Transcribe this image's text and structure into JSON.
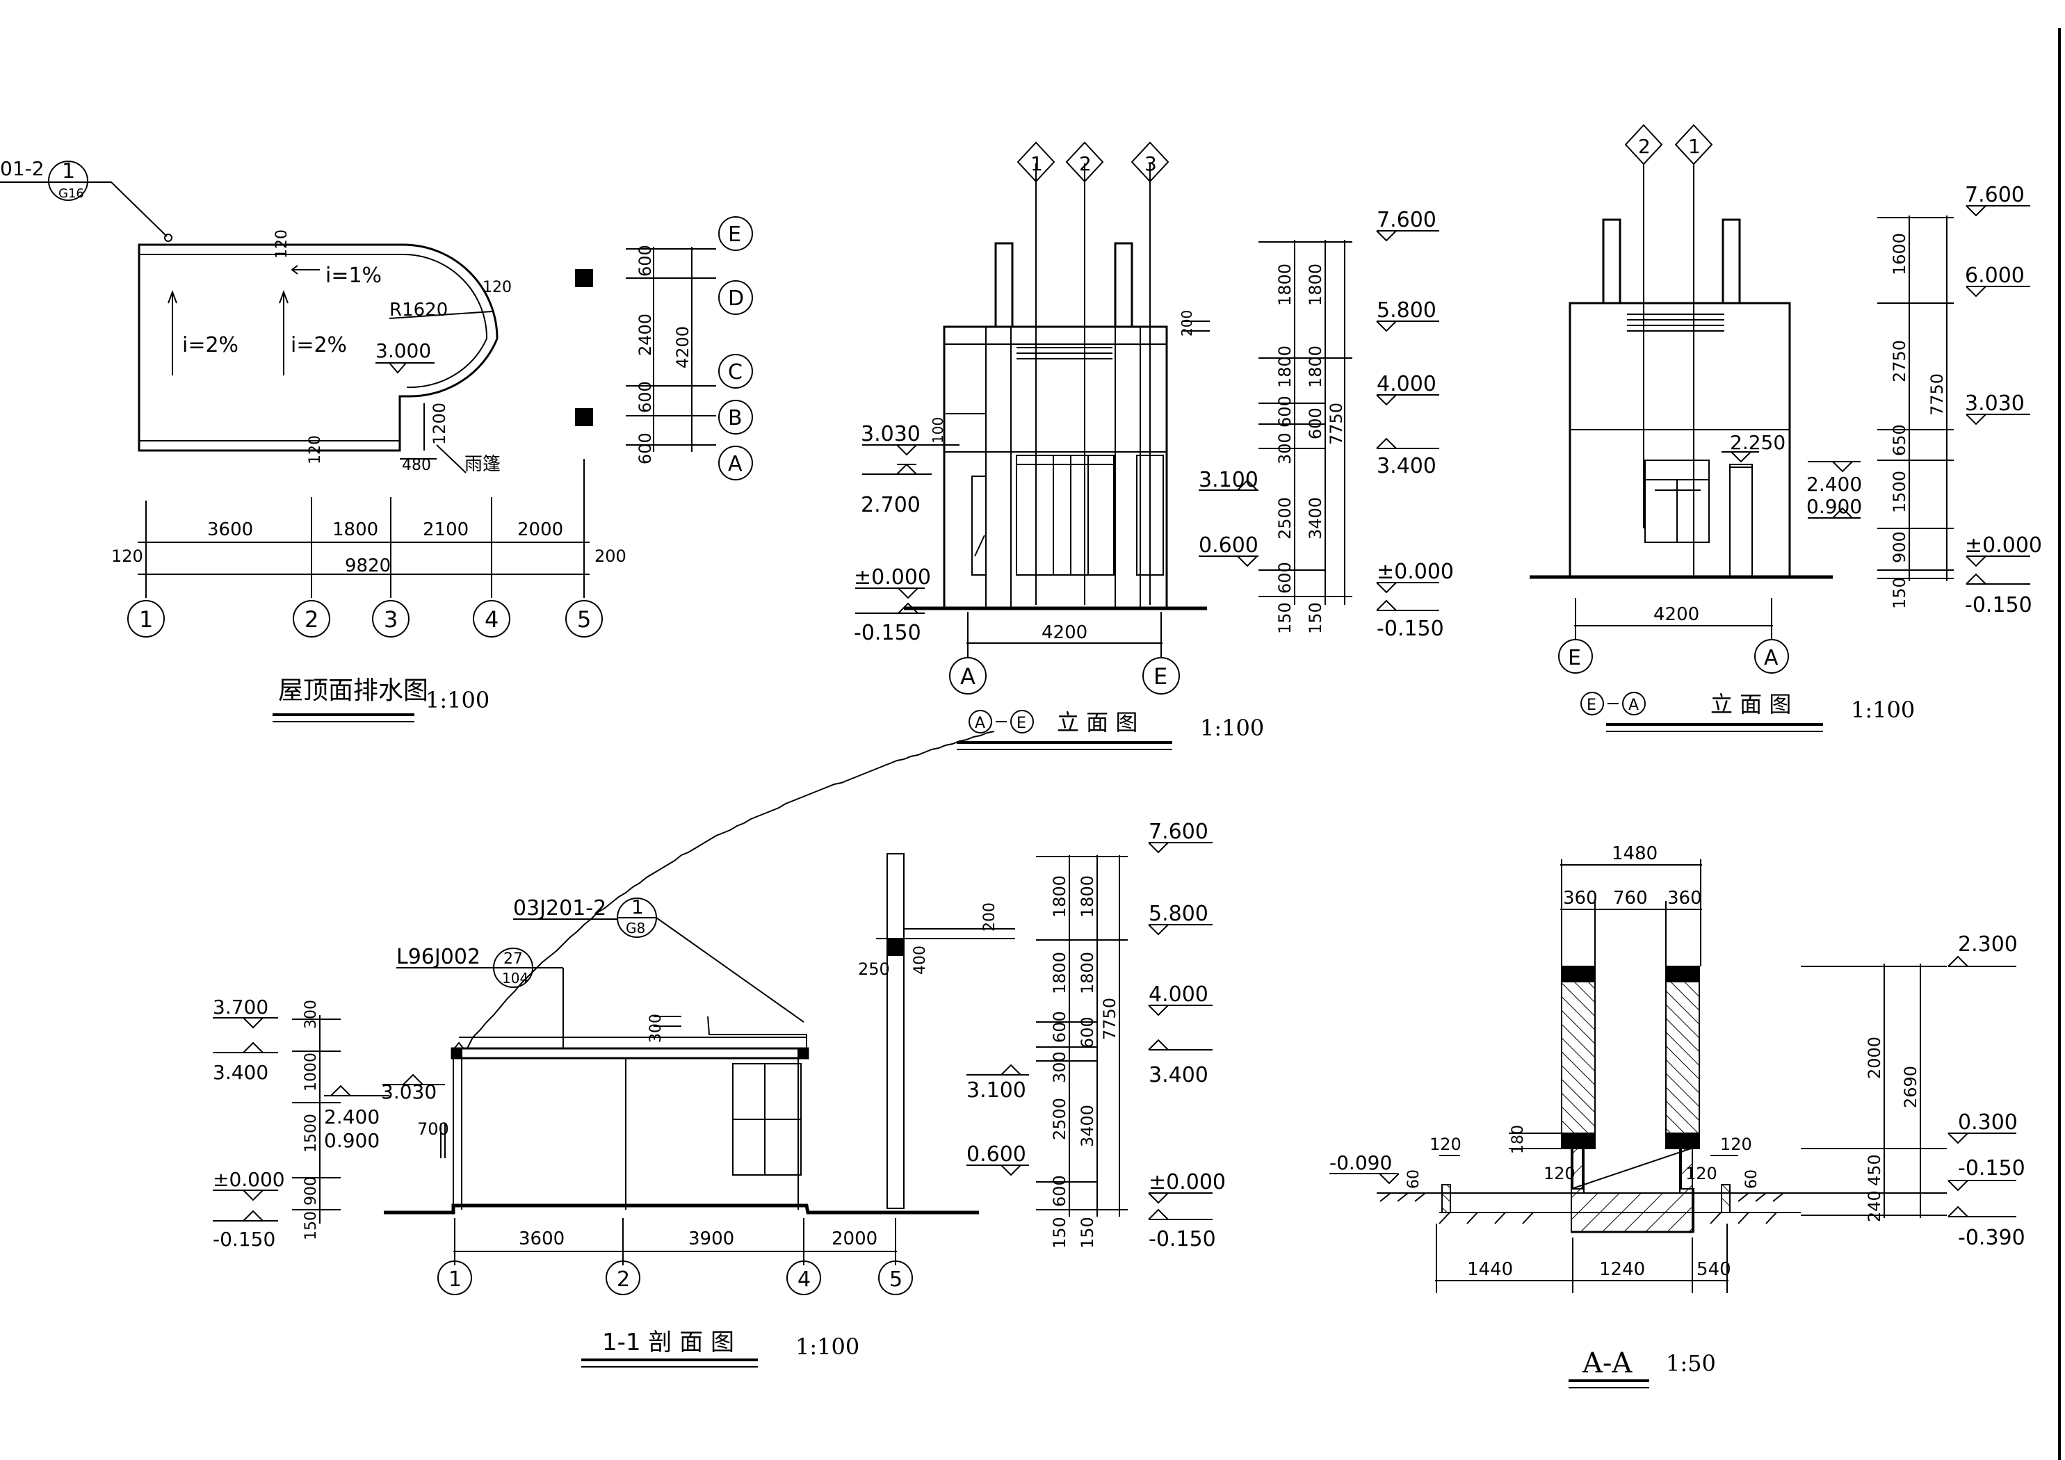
{
  "roof_plan": {
    "title": "屋顶面排水图",
    "scale": "1:100",
    "ref_detail": "01-2",
    "ref_num": "1",
    "ref_sheet": "G16",
    "slope_a": "i=2%",
    "slope_b": "i=2%",
    "slope_c": "i=1%",
    "radius": "R1620",
    "elev": "3.000",
    "canopy": "雨篷",
    "dim_120a": "120",
    "dim_120b": "120",
    "dim_120c": "120",
    "dim_120d": "120",
    "dim_1200": "1200",
    "dim_480": "480",
    "dim_200": "200",
    "dims_bottom": [
      "3600",
      "1800",
      "2100",
      "2000"
    ],
    "dim_total": "9820",
    "dims_right": [
      "600",
      "2400",
      "600",
      "600"
    ],
    "dim_right_total": "4200",
    "axes_x": [
      "1",
      "2",
      "3",
      "4",
      "5"
    ],
    "axes_y": [
      "E",
      "D",
      "C",
      "B",
      "A"
    ]
  },
  "elev_ae": {
    "title_a": "A",
    "title_e": "E",
    "title_text": "立 面 图",
    "scale": "1:100",
    "top_axes": [
      "1",
      "2",
      "3"
    ],
    "width_dim": "4200",
    "axis_left": "A",
    "axis_right": "E",
    "left_elevs": [
      "3.030",
      "2.700",
      "±0.000",
      "-0.150"
    ],
    "dim_100": "100",
    "dim_200": "200",
    "right_elevs": [
      "7.600",
      "5.800",
      "4.000",
      "3.400",
      "±0.000",
      "-0.150"
    ],
    "mid_elevs": [
      "3.100",
      "0.600"
    ],
    "dims_col1": [
      "150",
      "600",
      "2500",
      "300",
      "600",
      "1800",
      "1800"
    ],
    "dims_col2": [
      "150",
      "3400",
      "600",
      "1800",
      "1800"
    ],
    "dim_total": "7750"
  },
  "elev_ea": {
    "title_e": "E",
    "title_a": "A",
    "title_text": "立 面 图",
    "scale": "1:100",
    "top_axes": [
      "2",
      "1"
    ],
    "width_dim": "4200",
    "axis_left": "E",
    "axis_right": "A",
    "door_elev": "2.250",
    "left_elevs": [
      "2.400",
      "0.900"
    ],
    "right_elevs": [
      "7.600",
      "6.000",
      "3.030",
      "±0.000",
      "-0.150"
    ],
    "dims": [
      "150",
      "900",
      "1500",
      "650",
      "2750",
      "1600"
    ],
    "dim_total": "7750"
  },
  "section_11": {
    "title": "1-1 剖 面 图",
    "scale": "1:100",
    "ref1_code": "03J201-2",
    "ref1_num": "1",
    "ref1_sheet": "G8",
    "ref2_code": "L96J002",
    "ref2_num": "27",
    "ref2_sheet": "104",
    "left_elevs": [
      "3.700",
      "3.400",
      "3.030",
      "2.400",
      "0.900",
      "±0.000",
      "-0.150"
    ],
    "left_dims": [
      "300",
      "1000",
      "1500",
      "900",
      "150"
    ],
    "dim_700": "700",
    "dim_300": "300",
    "dim_250": "250",
    "dim_400": "400",
    "dim_200": "200",
    "dims_bottom": [
      "3600",
      "3900",
      "2000"
    ],
    "axes": [
      "1",
      "2",
      "4",
      "5"
    ],
    "right_elevs": [
      "7.600",
      "5.800",
      "4.000",
      "3.400",
      "±0.000",
      "-0.150"
    ],
    "mid_elevs": [
      "3.100",
      "0.600"
    ],
    "dims_col1": [
      "150",
      "600",
      "2500",
      "300",
      "600",
      "1800",
      "1800"
    ],
    "dims_col2": [
      "150",
      "3400",
      "600",
      "1800",
      "1800"
    ],
    "dim_total": "7750"
  },
  "section_aa": {
    "title": "A-A",
    "scale": "1:50",
    "dim_top": "1480",
    "dims_top": [
      "360",
      "760",
      "360"
    ],
    "dim_180": "180",
    "dim_120a": "120",
    "dim_120b": "120",
    "dim_120c": "120",
    "dim_120d": "120",
    "dim_60a": "60",
    "dim_60b": "60",
    "left_elev": "-0.090",
    "dims_bottom": [
      "1440",
      "1240",
      "540"
    ],
    "right_elevs": [
      "2.300",
      "0.300",
      "-0.150",
      "-0.390"
    ],
    "dims_right": [
      "240",
      "450",
      "2000"
    ],
    "dim_total": "2690"
  }
}
